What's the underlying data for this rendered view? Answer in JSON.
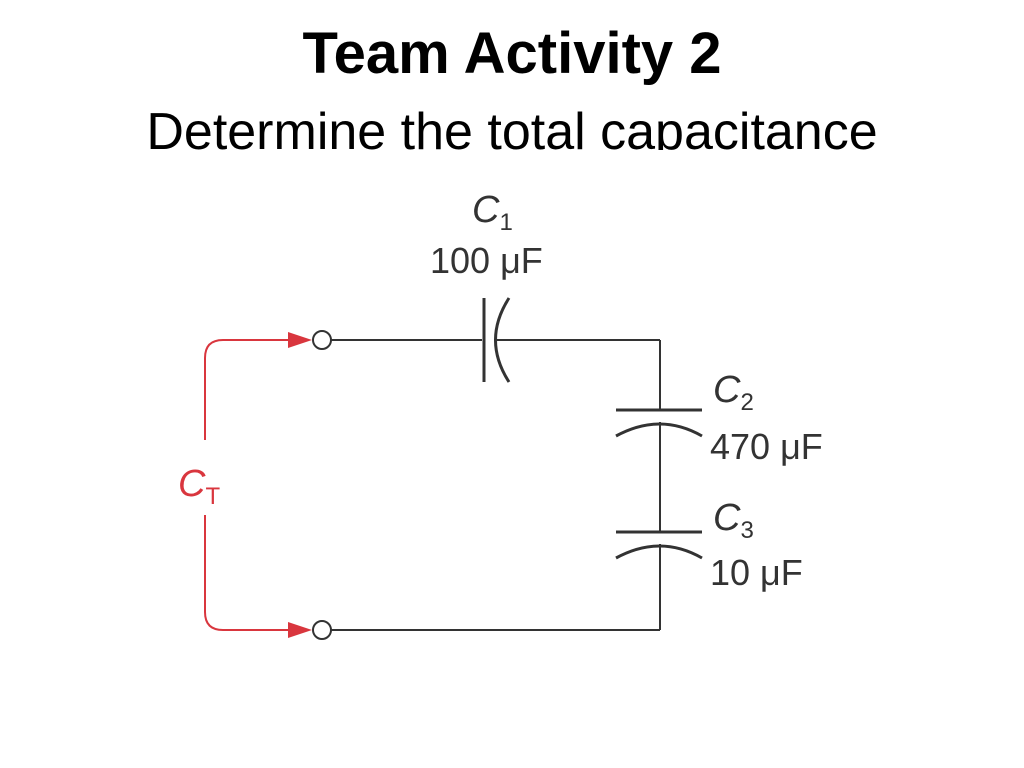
{
  "slide": {
    "title": "Team Activity 2",
    "subtitle": "Determine the total capacitance"
  },
  "circuit": {
    "total": {
      "symbol": "C",
      "subscript": "T"
    },
    "capacitors": [
      {
        "symbol": "C",
        "subscript": "1",
        "value": "100 μF"
      },
      {
        "symbol": "C",
        "subscript": "2",
        "value": "470 μF"
      },
      {
        "symbol": "C",
        "subscript": "3",
        "value": "10 μF"
      }
    ]
  },
  "colors": {
    "wire": "#333333",
    "arrow": "#d9363e",
    "text": "#000000"
  }
}
